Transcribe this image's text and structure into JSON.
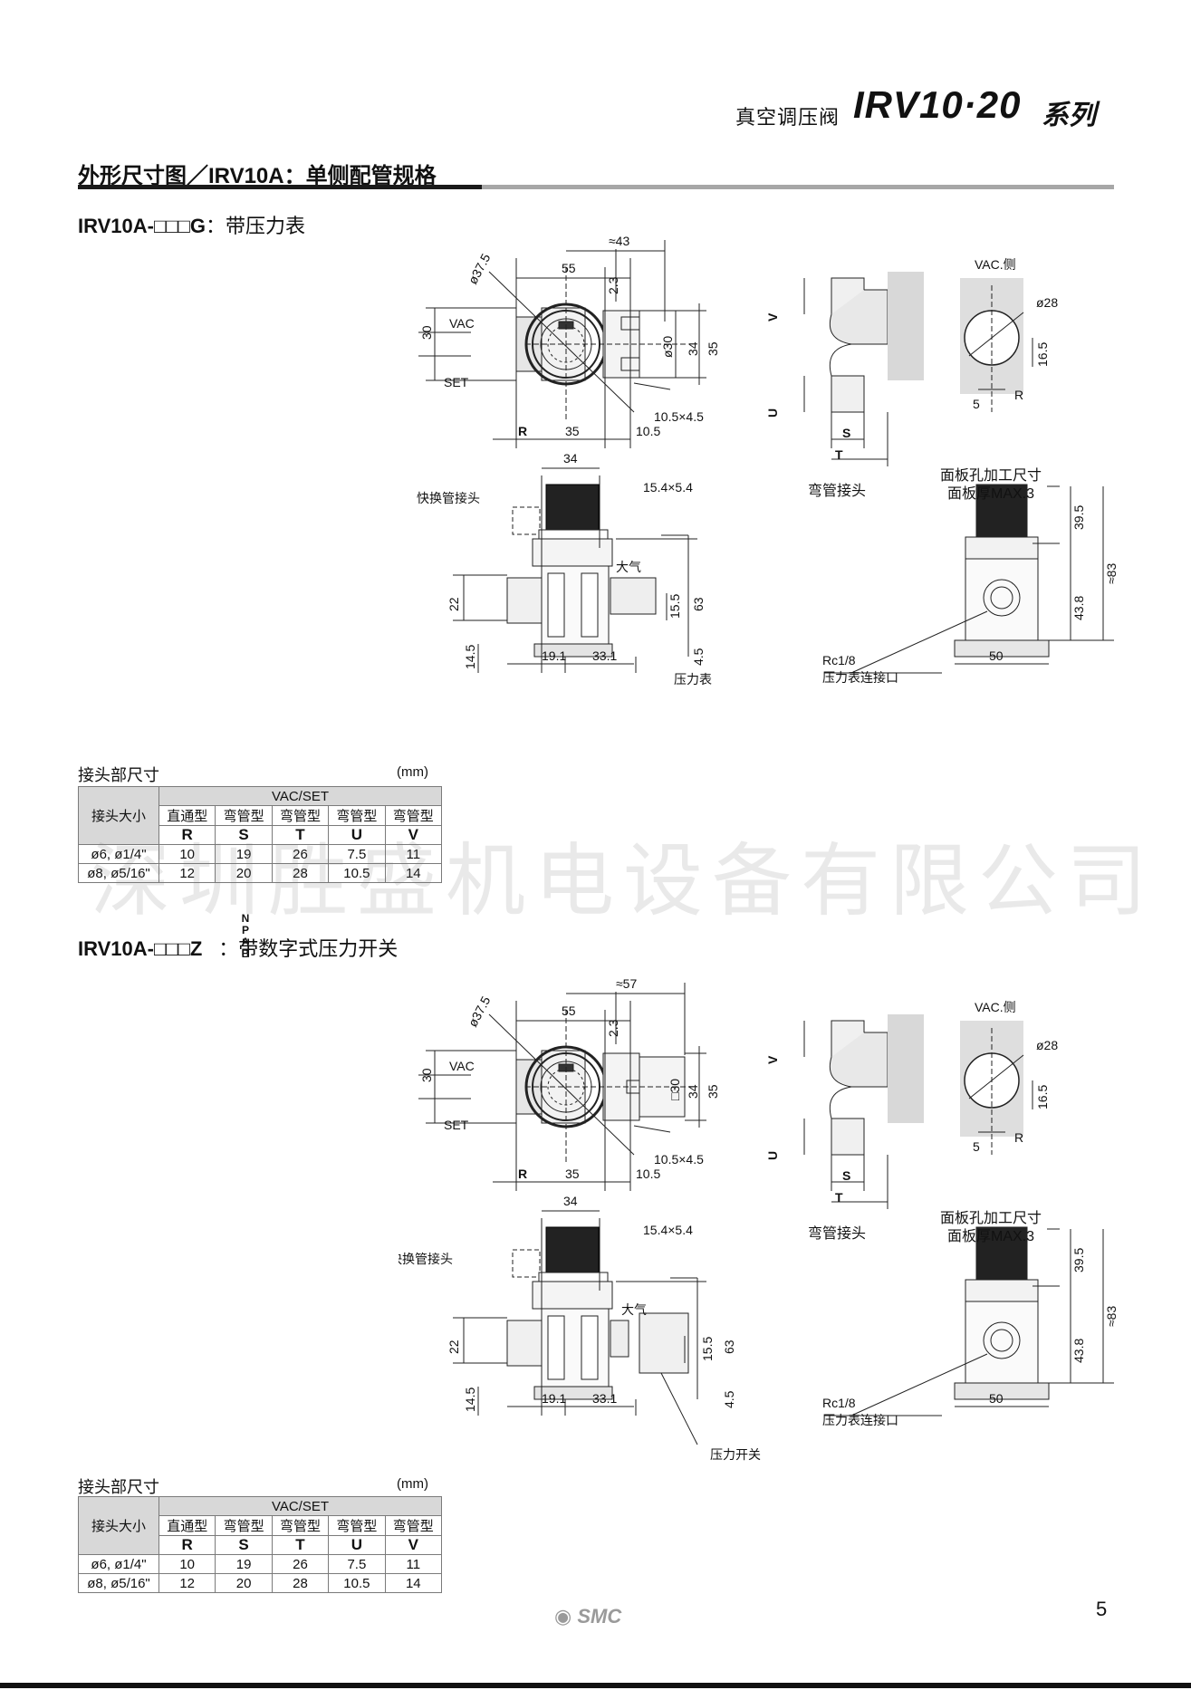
{
  "header": {
    "series_prefix": "真空调压阀",
    "series_model": "IRV10·20",
    "series_suffix": "系列"
  },
  "section": {
    "title": "外形尺寸图／IRV10A：单侧配管规格"
  },
  "block1": {
    "subtitle_model": "IRV10A-□□□G",
    "subtitle_desc": "：带压力表",
    "top": {
      "d37": "ø37.5",
      "d43": "≈43",
      "d55": "55",
      "d23": "2.3",
      "d30v": "30",
      "vac": "VAC",
      "set": "SET",
      "d30c": "ø30",
      "d34": "34",
      "d35v": "35",
      "slot": "10.5×4.5",
      "r": "R",
      "d35h": "35",
      "d105": "10.5"
    },
    "elbow": {
      "v": "V",
      "u": "U",
      "s": "S",
      "t": "T",
      "caption": "弯管接头"
    },
    "panel": {
      "vac_side": "VAC.侧",
      "d28": "ø28",
      "d165": "16.5",
      "d5": "5",
      "r": "R",
      "caption1": "面板孔加工尺寸",
      "caption2": "面板厚MAX.3"
    },
    "front": {
      "d34": "34",
      "slot": "15.4×5.4",
      "fitting": "快换管接头",
      "atm": "大气",
      "d155": "15.5",
      "d63": "63",
      "d22": "22",
      "d145": "14.5",
      "d191": "19.1",
      "d331": "33.1",
      "d45": "4.5",
      "device": "压力表"
    },
    "side": {
      "d395": "39.5",
      "d83": "≈83",
      "d438": "43.8",
      "port": "Rc1/8",
      "port_desc": "压力表连接口",
      "d50": "50"
    },
    "table": {
      "caption": "接头部尺寸",
      "unit": "(mm)",
      "group": "VAC/SET",
      "row_header": "接头大小",
      "types": [
        "直通型",
        "弯管型",
        "弯管型",
        "弯管型",
        "弯管型"
      ],
      "letters": [
        "R",
        "S",
        "T",
        "U",
        "V"
      ],
      "rows": [
        {
          "size": "ø6, ø1/4\"",
          "vals": [
            "10",
            "19",
            "26",
            "7.5",
            "11"
          ]
        },
        {
          "size": "ø8, ø5/16\"",
          "vals": [
            "12",
            "20",
            "28",
            "10.5",
            "14"
          ]
        }
      ]
    }
  },
  "block2": {
    "subtitle_model": "IRV10A-□□□Z",
    "npab": [
      "N",
      "P",
      "A",
      "B"
    ],
    "subtitle_desc": "：带数字式压力开关",
    "top": {
      "d37": "ø37.5",
      "d57": "≈57",
      "d55": "55",
      "d23": "2.3",
      "d30v": "30",
      "vac": "VAC",
      "set": "SET",
      "d30sq": "□30",
      "d34": "34",
      "d35v": "35",
      "slot": "10.5×4.5",
      "r": "R",
      "d35h": "35",
      "d105": "10.5"
    },
    "elbow": {
      "v": "V",
      "u": "U",
      "s": "S",
      "t": "T",
      "caption": "弯管接头"
    },
    "panel": {
      "vac_side": "VAC.侧",
      "d28": "ø28",
      "d165": "16.5",
      "d5": "5",
      "r": "R",
      "caption1": "面板孔加工尺寸",
      "caption2": "面板厚MAX.3"
    },
    "front": {
      "d34": "34",
      "slot": "15.4×5.4",
      "fitting": "快换管接头",
      "atm": "大气",
      "d155": "15.5",
      "d63": "63",
      "d22": "22",
      "d145": "14.5",
      "d191": "19.1",
      "d331": "33.1",
      "d45": "4.5",
      "device": "压力开关"
    },
    "side": {
      "d395": "39.5",
      "d83": "≈83",
      "d438": "43.8",
      "port": "Rc1/8",
      "port_desc": "压力表连接口",
      "d50": "50"
    },
    "table": {
      "caption": "接头部尺寸",
      "unit": "(mm)",
      "group": "VAC/SET",
      "row_header": "接头大小",
      "types": [
        "直通型",
        "弯管型",
        "弯管型",
        "弯管型",
        "弯管型"
      ],
      "letters": [
        "R",
        "S",
        "T",
        "U",
        "V"
      ],
      "rows": [
        {
          "size": "ø6, ø1/4\"",
          "vals": [
            "10",
            "19",
            "26",
            "7.5",
            "11"
          ]
        },
        {
          "size": "ø8, ø5/16\"",
          "vals": [
            "12",
            "20",
            "28",
            "10.5",
            "14"
          ]
        }
      ]
    }
  },
  "watermark": "深圳胜盛机电设备有限公司",
  "footer": {
    "logo": "SMC",
    "page": "5"
  }
}
